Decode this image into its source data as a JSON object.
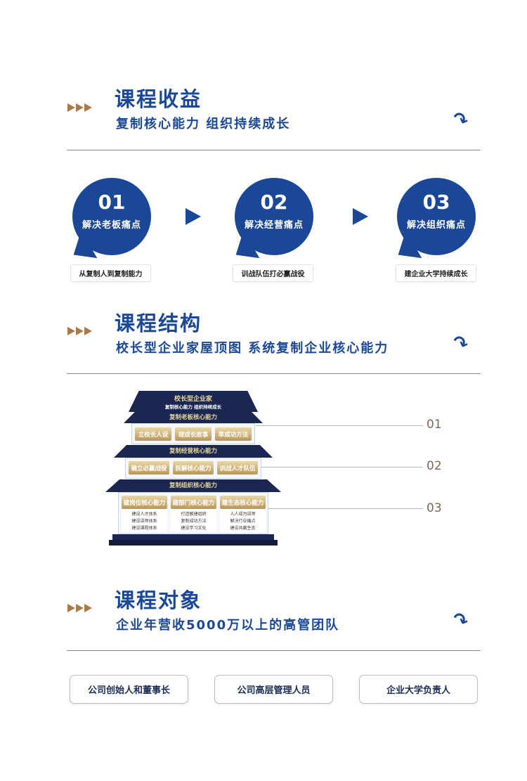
{
  "sections": [
    {
      "title": "课程收益",
      "subtitle": "复制核心能力 组织持续成长"
    },
    {
      "title": "课程结构",
      "subtitle": "校长型企业家屋顶图 系统复制企业核心能力"
    },
    {
      "title": "课程对象",
      "subtitle": "企业年营收5000万以上的高管团队"
    }
  ],
  "benefits": [
    {
      "num": "01",
      "label": "解决老板痛点",
      "tag": "从复制人到复制能力"
    },
    {
      "num": "02",
      "label": "解决经营痛点",
      "tag": "训战队伍打必赢战役"
    },
    {
      "num": "03",
      "label": "解决组织痛点",
      "tag": "建企业大学持续成长"
    }
  ],
  "house": {
    "top_title": "校长型企业家",
    "top_sub": "复制核心能力 组织持续成长",
    "floor1": {
      "title": "复制老板核心能力",
      "items": [
        "立校长人设",
        "理成长故事",
        "萃成功方法"
      ],
      "level": "01"
    },
    "floor2": {
      "title": "复制经营核心能力",
      "items": [
        "确立必赢战役",
        "拆解核心能力",
        "训战人才队伍"
      ],
      "level": "02"
    },
    "floor3": {
      "title": "复制组织核心能力",
      "level": "03",
      "columns": [
        {
          "title": "建岗位核心能力",
          "lines": [
            "建设人才体系",
            "建设讲师体系",
            "建设课程体系"
          ]
        },
        {
          "title": "建部门核心能力",
          "lines": [
            "打造敏捷组织",
            "复制成功方法",
            "建设学习文化"
          ]
        },
        {
          "title": "建生态核心能力",
          "lines": [
            "人人成为讲师",
            "解决行业痛点",
            "建设共赢生态"
          ]
        }
      ]
    }
  },
  "audience": [
    "公司创始人和董事长",
    "公司高层管理人员",
    "企业大学负责人"
  ],
  "colors": {
    "primary": "#1b4896",
    "accent": "#a87a47"
  }
}
